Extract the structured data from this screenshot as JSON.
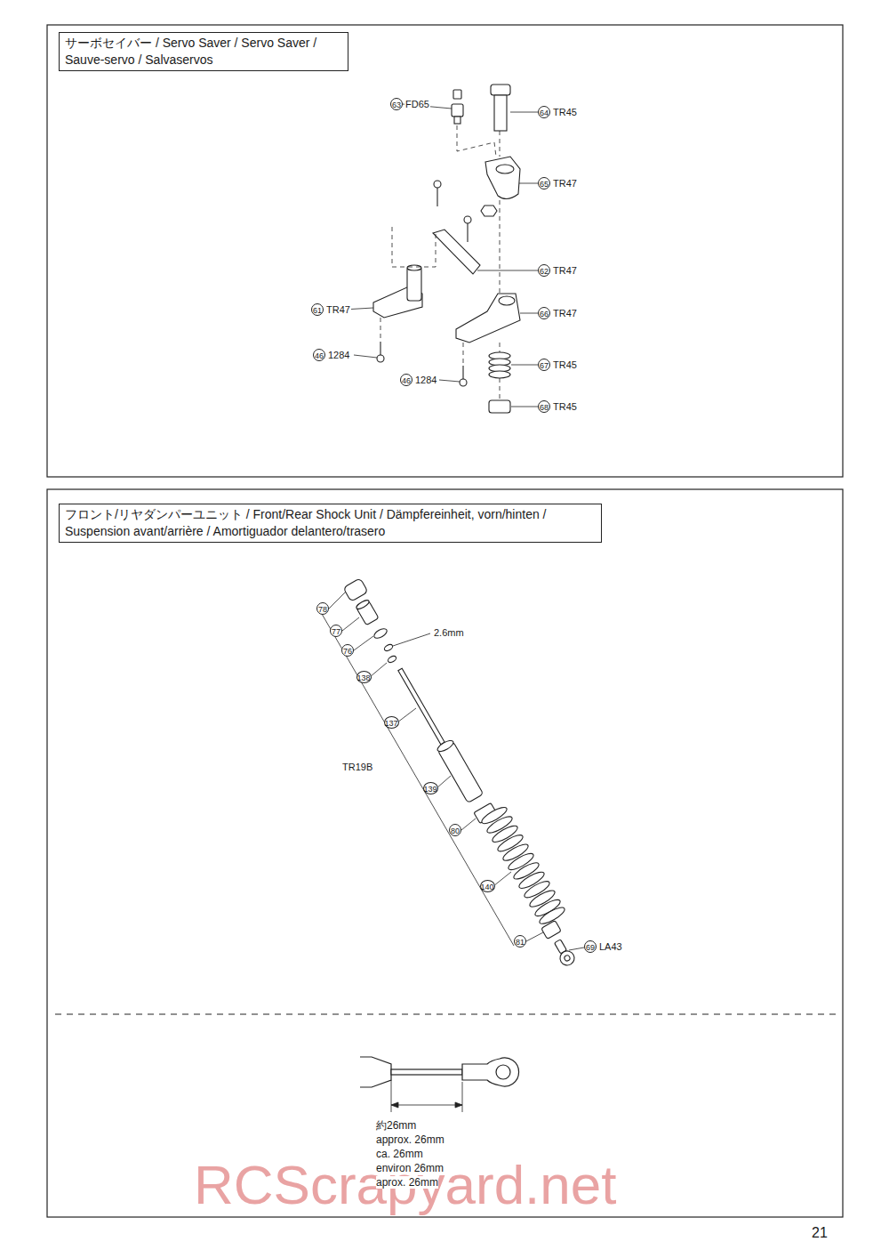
{
  "diagram": {
    "nodes": [
      {
        "text": [
          "サーボセイバー / Servo Saver / Servo Saver / Sauve-servo / Salvaservos"
        ]
      },
      {
        "text": [
          "フロント/リヤダンパーユニット / Front/Rear Shock Unit / Dämpfereinheit, vorn/hinten / Suspension avant/arrière / Amortiguador delantero/trasero"
        ]
      }
    ],
    "labels": [
      "63",
      "FD65",
      "64",
      "TR45",
      "65",
      "TR47",
      "62",
      "TR47",
      "61",
      "TR47",
      "66",
      "TR47",
      "67",
      "TR45",
      "46",
      "1284",
      "46",
      "1284",
      "68",
      "TR45",
      "78",
      "77",
      "76",
      "2.6mm",
      "138",
      "137",
      "TR19B",
      "139",
      "80",
      "140",
      "81",
      "69",
      "LA43",
      "約26mm",
      "approx. 26mm",
      "ca. 26mm",
      "environ 26mm",
      "aprox. 26mm",
      "RCScrapyard.net",
      "21"
    ]
  }
}
